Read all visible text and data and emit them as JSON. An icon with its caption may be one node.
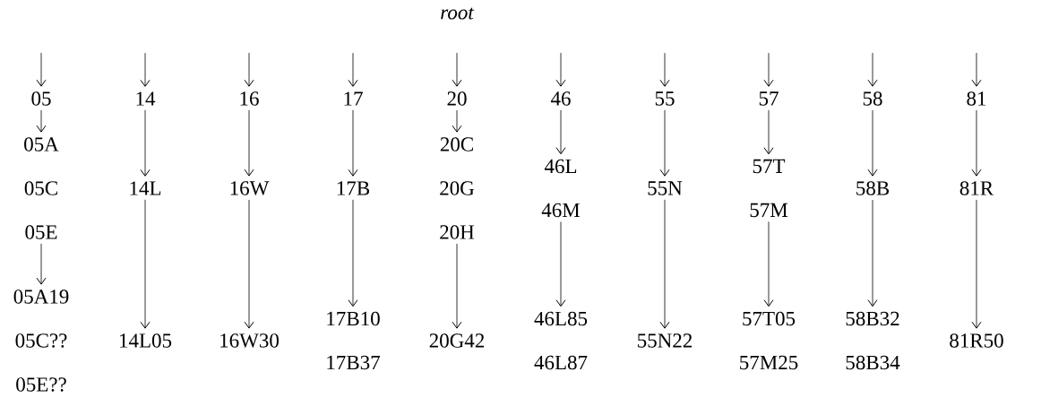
{
  "diagram": {
    "nodes": [
      {
        "text": [
          "root"
        ]
      },
      {
        "text": [
          "05"
        ]
      },
      {
        "text": [
          "14"
        ]
      },
      {
        "text": [
          "16"
        ]
      },
      {
        "text": [
          "17"
        ]
      },
      {
        "text": [
          "20"
        ]
      },
      {
        "text": [
          "46"
        ]
      },
      {
        "text": [
          "55"
        ]
      },
      {
        "text": [
          "57"
        ]
      },
      {
        "text": [
          "58"
        ]
      },
      {
        "text": [
          "81"
        ]
      },
      {
        "text": [
          "05A",
          "05C",
          "05E"
        ]
      },
      {
        "text": [
          "14L"
        ]
      },
      {
        "text": [
          "16W"
        ]
      },
      {
        "text": [
          "17B"
        ]
      },
      {
        "text": [
          "20C",
          "20G",
          "20H"
        ]
      },
      {
        "text": [
          "46L",
          "46M"
        ]
      },
      {
        "text": [
          "55N"
        ]
      },
      {
        "text": [
          "57T",
          "57M"
        ]
      },
      {
        "text": [
          "58B"
        ]
      },
      {
        "text": [
          "81R"
        ]
      },
      {
        "text": [
          "05A19",
          "05C??",
          "05E??"
        ]
      },
      {
        "text": [
          "14L05"
        ]
      },
      {
        "text": [
          "16W30"
        ]
      },
      {
        "text": [
          "17B10",
          "17B37"
        ]
      },
      {
        "text": [
          "20G42"
        ]
      },
      {
        "text": [
          "46L85",
          "46L87"
        ]
      },
      {
        "text": [
          "55N22"
        ]
      },
      {
        "text": [
          "57T05",
          "57M25"
        ]
      },
      {
        "text": [
          "58B32",
          "58B34"
        ]
      },
      {
        "text": [
          "81R50"
        ]
      }
    ],
    "edges": [
      {
        "from": null,
        "to": 1,
        "arrow": "to"
      },
      {
        "from": null,
        "to": 2,
        "arrow": "to"
      },
      {
        "from": null,
        "to": 3,
        "arrow": "to"
      },
      {
        "from": null,
        "to": 4,
        "arrow": "to"
      },
      {
        "from": null,
        "to": 5,
        "arrow": "to"
      },
      {
        "from": null,
        "to": 6,
        "arrow": "to"
      },
      {
        "from": null,
        "to": 7,
        "arrow": "to"
      },
      {
        "from": null,
        "to": 8,
        "arrow": "to"
      },
      {
        "from": null,
        "to": 9,
        "arrow": "to"
      },
      {
        "from": null,
        "to": 10,
        "arrow": "to"
      },
      {
        "from": 1,
        "to": 11,
        "arrow": "to"
      },
      {
        "from": 2,
        "to": 12,
        "arrow": "to"
      },
      {
        "from": 3,
        "to": 13,
        "arrow": "to"
      },
      {
        "from": 4,
        "to": 14,
        "arrow": "to"
      },
      {
        "from": 5,
        "to": 15,
        "arrow": "to"
      },
      {
        "from": 6,
        "to": 16,
        "arrow": "to"
      },
      {
        "from": 7,
        "to": 17,
        "arrow": "to"
      },
      {
        "from": 8,
        "to": 18,
        "arrow": "to"
      },
      {
        "from": 9,
        "to": 19,
        "arrow": "to"
      },
      {
        "from": 10,
        "to": 20,
        "arrow": "to"
      },
      {
        "from": 11,
        "to": 21,
        "arrow": "to"
      },
      {
        "from": 12,
        "to": 22,
        "arrow": "to"
      },
      {
        "from": 13,
        "to": 23,
        "arrow": "to"
      },
      {
        "from": 14,
        "to": 24,
        "arrow": "to"
      },
      {
        "from": 15,
        "to": 25,
        "arrow": "to"
      },
      {
        "from": 16,
        "to": 26,
        "arrow": "to"
      },
      {
        "from": 17,
        "to": 27,
        "arrow": "to"
      },
      {
        "from": 18,
        "to": 28,
        "arrow": "to"
      },
      {
        "from": 19,
        "to": 29,
        "arrow": "to"
      },
      {
        "from": 20,
        "to": 30,
        "arrow": "to"
      }
    ]
  }
}
